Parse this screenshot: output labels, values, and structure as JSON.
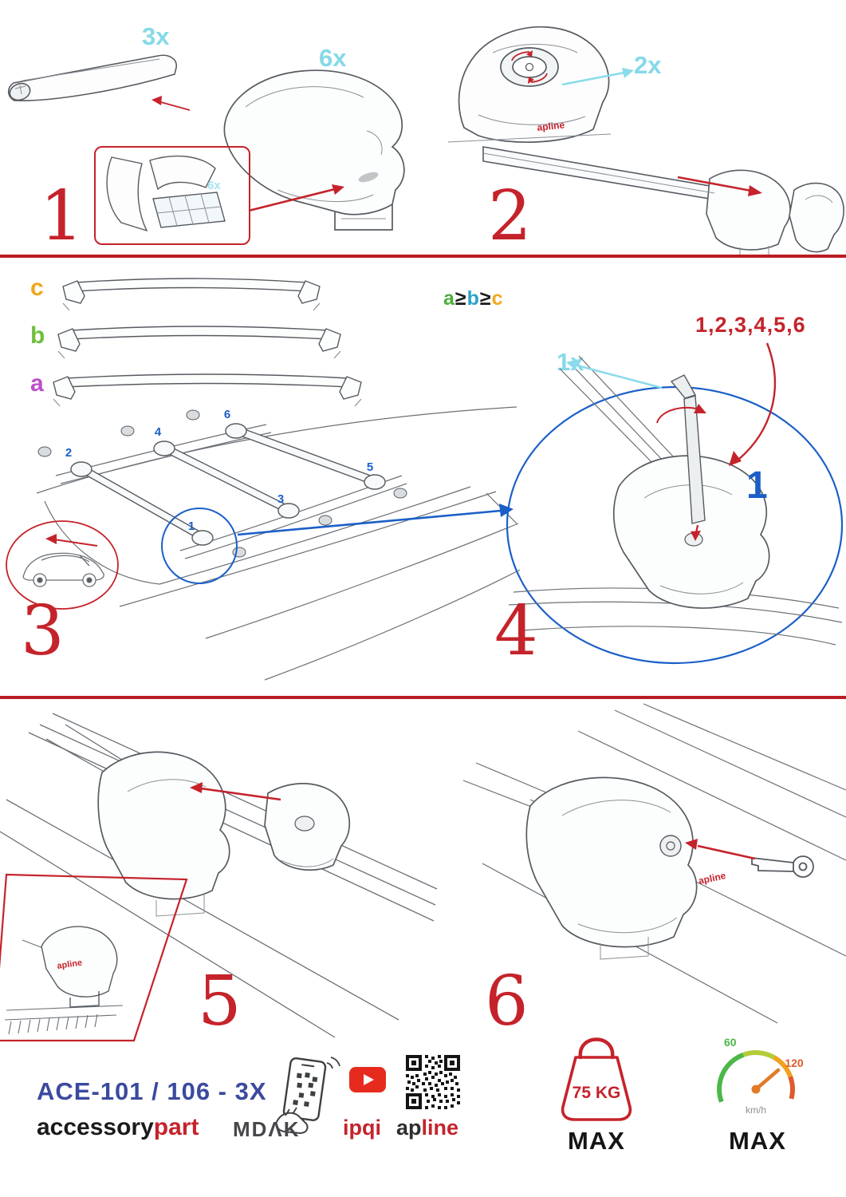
{
  "brand": "apline",
  "colors": {
    "red": "#c5232b",
    "cyan": "#85d9e8",
    "blue": "#1a5fc8",
    "navy": "#3b4a9e",
    "orange": "#f2a71c",
    "green": "#6fbf3e",
    "purple": "#bb4ec9",
    "teal": "#2ba3c8",
    "youtube_red": "#e62b1e"
  },
  "step1": {
    "num": "1",
    "bar_qty": "3x",
    "foot_qty": "6x",
    "pad_qty": "6x"
  },
  "step2": {
    "num": "2",
    "knob_qty": "2x"
  },
  "step3": {
    "num": "3",
    "letter_c": "c",
    "letter_b": "b",
    "letter_a": "a",
    "rule_a": "a",
    "rule_ge1": "≥",
    "rule_b": "b",
    "rule_ge2": "≥",
    "rule_c": "c",
    "pos1": "1",
    "pos2": "2",
    "pos3": "3",
    "pos4": "4",
    "pos5": "5",
    "pos6": "6"
  },
  "step4": {
    "num": "4",
    "key_qty": "1x",
    "sequence": "1,2,3,4,5,6",
    "first": "1"
  },
  "step5": {
    "num": "5"
  },
  "step6": {
    "num": "6"
  },
  "footer": {
    "model": "ACE-101 / 106 - 3X",
    "brand_black": "accessory",
    "brand_red": "part",
    "mdak": "MDΛK",
    "ipqi": "ipqi",
    "apline_black": "ap",
    "apline_red": "line",
    "weight": "75 KG",
    "weight_max": "MAX",
    "speed_min": "60",
    "speed_max_value": "120",
    "speed_unit": "km/h",
    "speed_max": "MAX"
  }
}
